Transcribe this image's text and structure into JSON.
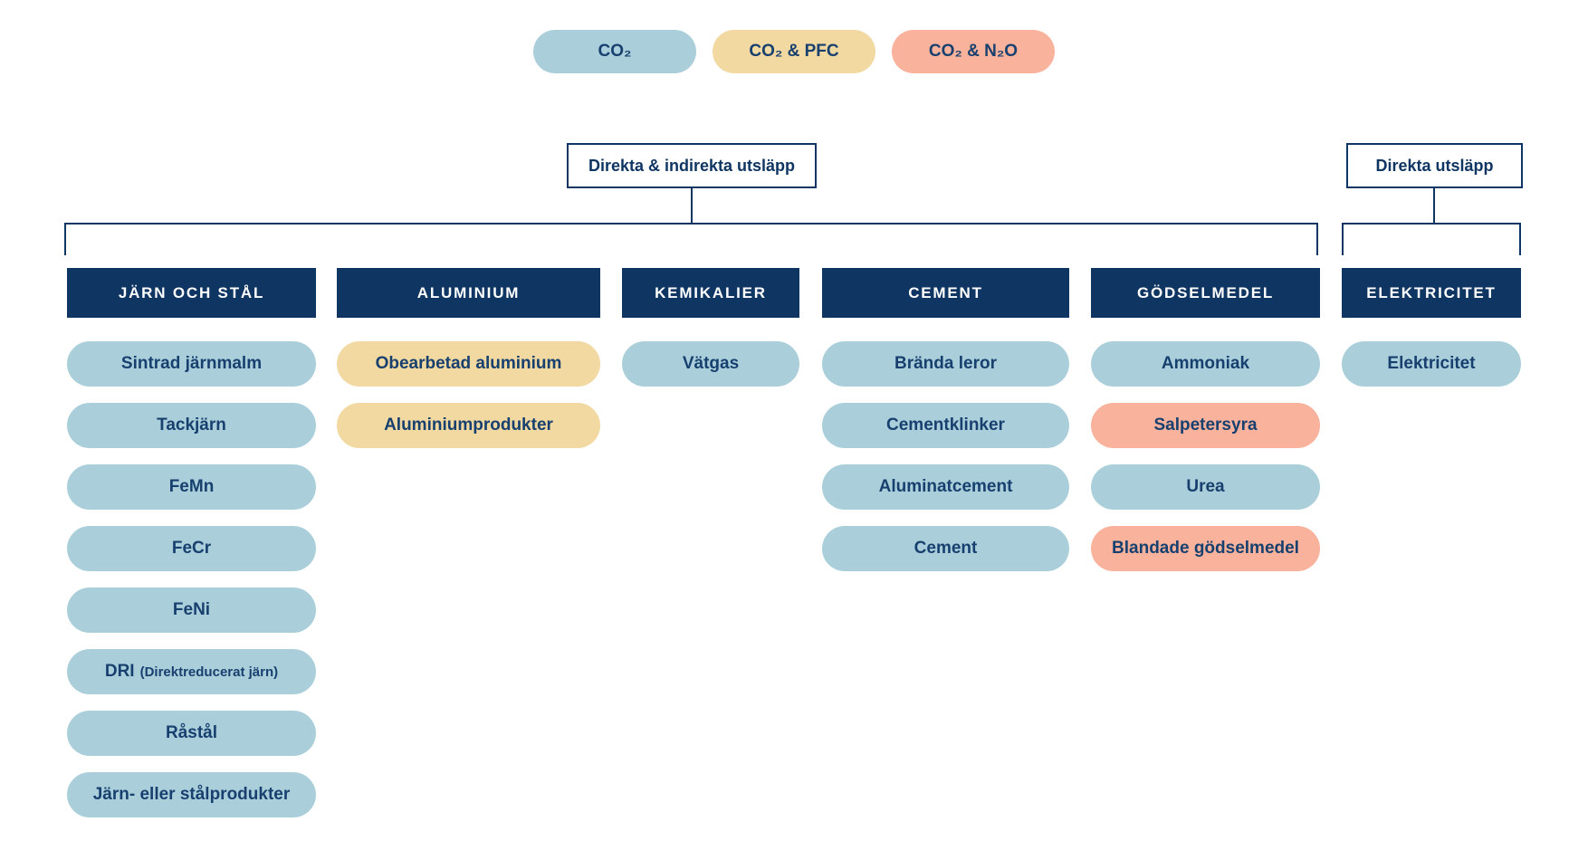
{
  "colors": {
    "navy": "#0f3562",
    "pill_text": "#17406f",
    "co2": "#aacfdb",
    "co2_pfc": "#f2d8a1",
    "co2_n2o": "#f9b29c"
  },
  "legend": {
    "items": [
      {
        "label": "CO₂",
        "type": "co2"
      },
      {
        "label": "CO₂ & PFC",
        "type": "co2_pfc"
      },
      {
        "label": "CO₂ & N₂O",
        "type": "co2_n2o"
      }
    ]
  },
  "scopes": [
    {
      "label": "Direkta & indirekta utsläpp"
    },
    {
      "label": "Direkta utsläpp"
    }
  ],
  "columns": [
    {
      "title": "JÄRN OCH STÅL",
      "pills": [
        {
          "label": "Sintrad järnmalm",
          "type": "co2"
        },
        {
          "label": "Tackjärn",
          "type": "co2"
        },
        {
          "label": "FeMn",
          "type": "co2"
        },
        {
          "label": "FeCr",
          "type": "co2"
        },
        {
          "label": "FeNi",
          "type": "co2"
        },
        {
          "label": "DRI",
          "suffix": "(Direktreducerat järn)",
          "type": "co2"
        },
        {
          "label": "Råstål",
          "type": "co2"
        },
        {
          "label": "Järn- eller stålprodukter",
          "type": "co2"
        }
      ]
    },
    {
      "title": "ALUMINIUM",
      "pills": [
        {
          "label": "Obearbetad aluminium",
          "type": "co2_pfc"
        },
        {
          "label": "Aluminiumprodukter",
          "type": "co2_pfc"
        }
      ]
    },
    {
      "title": "KEMIKALIER",
      "pills": [
        {
          "label": "Vätgas",
          "type": "co2"
        }
      ]
    },
    {
      "title": "CEMENT",
      "pills": [
        {
          "label": "Brända leror",
          "type": "co2"
        },
        {
          "label": "Cementklinker",
          "type": "co2"
        },
        {
          "label": "Aluminatcement",
          "type": "co2"
        },
        {
          "label": "Cement",
          "type": "co2"
        }
      ]
    },
    {
      "title": "GÖDSELMEDEL",
      "pills": [
        {
          "label": "Ammoniak",
          "type": "co2"
        },
        {
          "label": "Salpetersyra",
          "type": "co2_n2o"
        },
        {
          "label": "Urea",
          "type": "co2"
        },
        {
          "label": "Blandade gödselmedel",
          "type": "co2_n2o"
        }
      ]
    },
    {
      "title": "ELEKTRICITET",
      "pills": [
        {
          "label": "Elektricitet",
          "type": "co2"
        }
      ]
    }
  ]
}
